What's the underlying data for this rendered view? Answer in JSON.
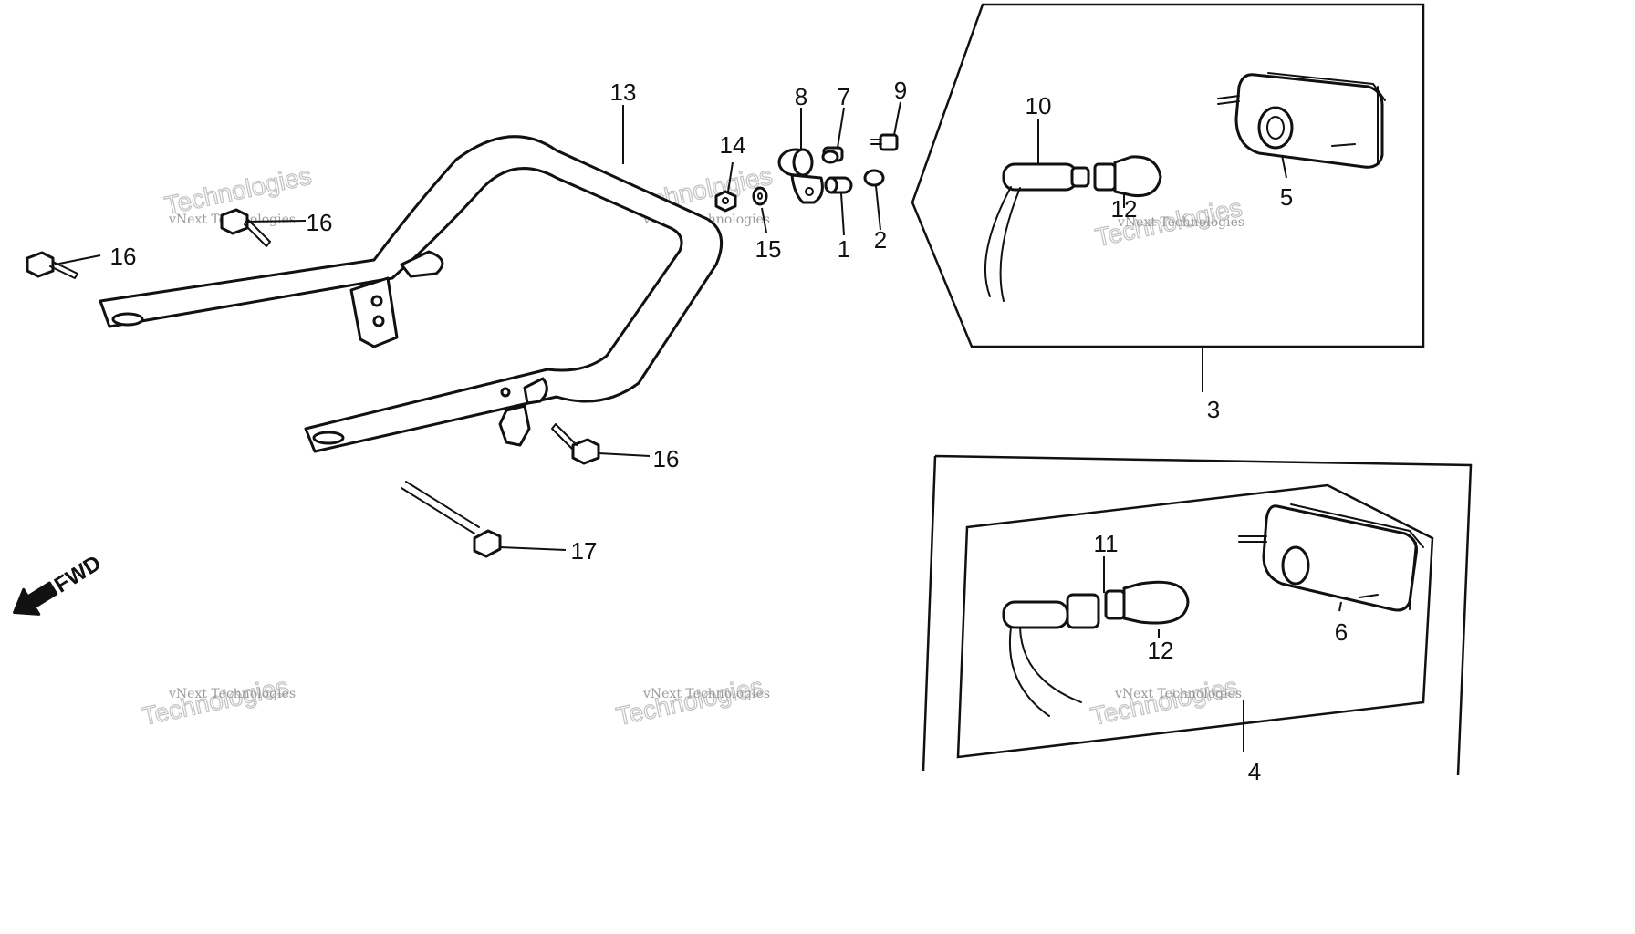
{
  "diagram": {
    "direction_label": "FWD",
    "watermark_line1": "vNext Technologies",
    "watermark_line2": "Technologies",
    "callouts": [
      {
        "id": "c13",
        "text": "13"
      },
      {
        "id": "c8",
        "text": "8"
      },
      {
        "id": "c7",
        "text": "7"
      },
      {
        "id": "c9",
        "text": "9"
      },
      {
        "id": "c14",
        "text": "14"
      },
      {
        "id": "c15",
        "text": "15"
      },
      {
        "id": "c1",
        "text": "1"
      },
      {
        "id": "c2",
        "text": "2"
      },
      {
        "id": "c16a",
        "text": "16"
      },
      {
        "id": "c16b",
        "text": "16"
      },
      {
        "id": "c16c",
        "text": "16"
      },
      {
        "id": "c17",
        "text": "17"
      },
      {
        "id": "c10",
        "text": "10"
      },
      {
        "id": "c12a",
        "text": "12"
      },
      {
        "id": "c5",
        "text": "5"
      },
      {
        "id": "c3",
        "text": "3"
      },
      {
        "id": "c11",
        "text": "11"
      },
      {
        "id": "c12b",
        "text": "12"
      },
      {
        "id": "c6",
        "text": "6"
      },
      {
        "id": "c4",
        "text": "4"
      }
    ]
  }
}
